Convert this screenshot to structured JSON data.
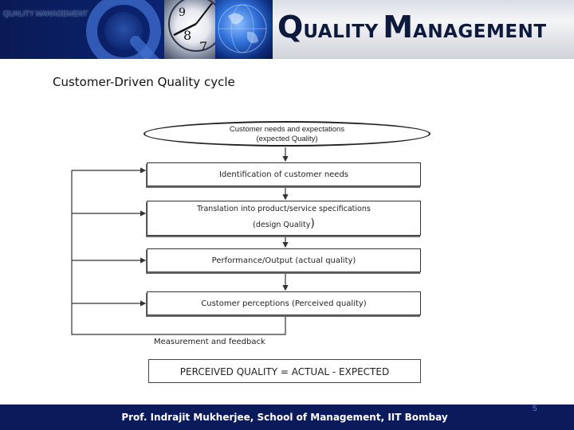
{
  "header": {
    "small_title": "QUALITY MANAGEMENT",
    "title_parts": [
      {
        "cap": "Q",
        "rest": "UALITY"
      },
      {
        "cap": "M",
        "rest": "ANAGEMENT"
      }
    ],
    "logo_icon": "q-logo-icon",
    "photos": [
      "clock-photo",
      "globe-photo"
    ],
    "colors": {
      "banner": "#0b2370",
      "plate": "#e6e8ec",
      "title_text": "#0e1a3c"
    }
  },
  "slide": {
    "heading": "Customer-Driven Quality cycle"
  },
  "diagram": {
    "start": {
      "line1": "Customer needs and expectations",
      "line2": "(expected Quality)"
    },
    "steps": [
      {
        "label": "Identification of customer needs"
      },
      {
        "line1": "Translation into product/service specifications",
        "line2": "(design Quality",
        "paren": ")"
      },
      {
        "label": "Performance/Output (actual quality)"
      },
      {
        "label": "Customer perceptions (Perceived quality)"
      }
    ],
    "feedback_label": "Measurement and feedback",
    "formula": "PERCEIVED QUALITY = ACTUAL - EXPECTED"
  },
  "footer": {
    "credit": "Prof. Indrajit Mukherjee, School of Management, IIT Bombay",
    "page_number": "5",
    "color": "#0b1a5a"
  }
}
